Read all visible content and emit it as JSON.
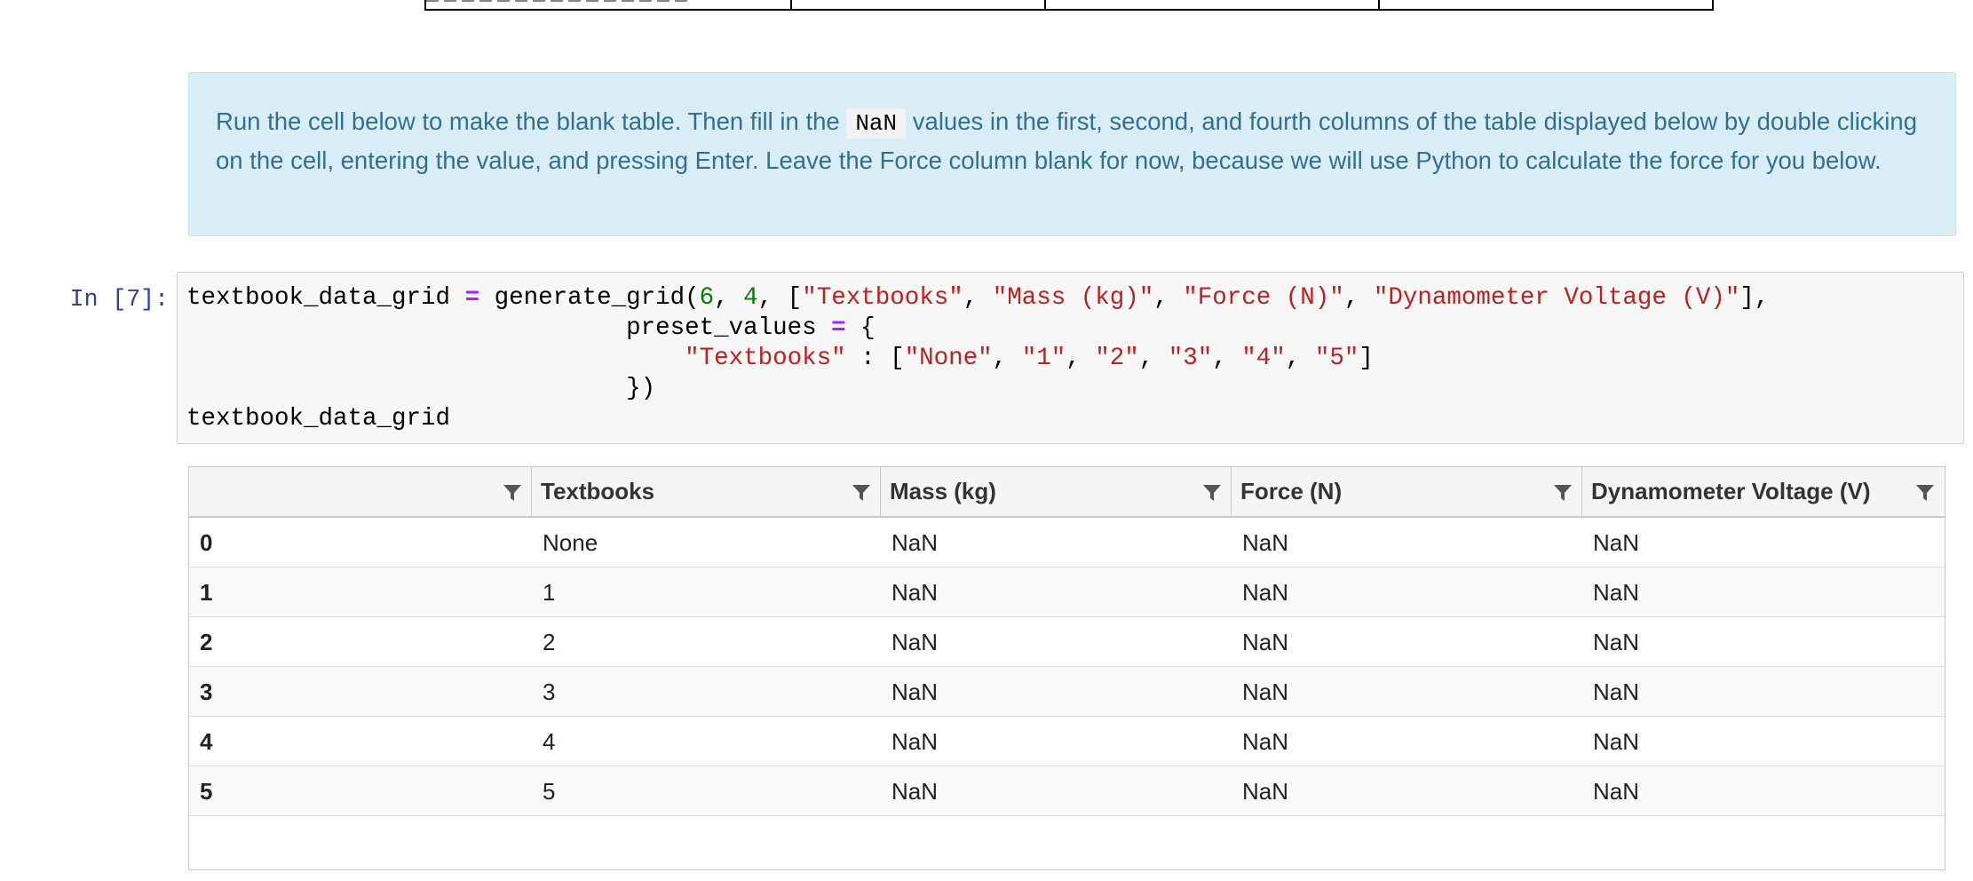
{
  "alert": {
    "text_before": "Run the cell below to make the blank table. Then fill in the ",
    "code": "NaN",
    "text_after": " values in the first, second, and fourth columns of the table displayed below by double clicking on the cell, entering the value, and pressing Enter. Leave the Force column blank for now, because we will use Python to calculate the force for you below."
  },
  "code_cell": {
    "prompt": "In [7]:",
    "lines": [
      [
        {
          "t": "textbook_data_grid ",
          "c": ""
        },
        {
          "t": "=",
          "c": "op"
        },
        {
          "t": " generate_grid(",
          "c": ""
        },
        {
          "t": "6",
          "c": "num"
        },
        {
          "t": ", ",
          "c": ""
        },
        {
          "t": "4",
          "c": "num"
        },
        {
          "t": ", [",
          "c": ""
        },
        {
          "t": "\"Textbooks\"",
          "c": "str"
        },
        {
          "t": ", ",
          "c": ""
        },
        {
          "t": "\"Mass (kg)\"",
          "c": "str"
        },
        {
          "t": ", ",
          "c": ""
        },
        {
          "t": "\"Force (N)\"",
          "c": "str"
        },
        {
          "t": ", ",
          "c": ""
        },
        {
          "t": "\"Dynamometer Voltage (V)\"",
          "c": "str"
        },
        {
          "t": "],",
          "c": ""
        }
      ],
      [
        {
          "t": "                              preset_values ",
          "c": ""
        },
        {
          "t": "=",
          "c": "op"
        },
        {
          "t": " {",
          "c": ""
        }
      ],
      [
        {
          "t": "                                  ",
          "c": ""
        },
        {
          "t": "\"Textbooks\"",
          "c": "str"
        },
        {
          "t": " : [",
          "c": ""
        },
        {
          "t": "\"None\"",
          "c": "str"
        },
        {
          "t": ", ",
          "c": ""
        },
        {
          "t": "\"1\"",
          "c": "str"
        },
        {
          "t": ", ",
          "c": ""
        },
        {
          "t": "\"2\"",
          "c": "str"
        },
        {
          "t": ", ",
          "c": ""
        },
        {
          "t": "\"3\"",
          "c": "str"
        },
        {
          "t": ", ",
          "c": ""
        },
        {
          "t": "\"4\"",
          "c": "str"
        },
        {
          "t": ", ",
          "c": ""
        },
        {
          "t": "\"5\"",
          "c": "str"
        },
        {
          "t": "]",
          "c": ""
        }
      ],
      [
        {
          "t": "                              })",
          "c": ""
        }
      ],
      [
        {
          "t": "textbook_data_grid",
          "c": ""
        }
      ]
    ]
  },
  "grid": {
    "columns": [
      "",
      "Textbooks",
      "Mass (kg)",
      "Force (N)",
      "Dynamometer Voltage (V)"
    ],
    "rows": [
      [
        "0",
        "None",
        "NaN",
        "NaN",
        "NaN"
      ],
      [
        "1",
        "1",
        "NaN",
        "NaN",
        "NaN"
      ],
      [
        "2",
        "2",
        "NaN",
        "NaN",
        "NaN"
      ],
      [
        "3",
        "3",
        "NaN",
        "NaN",
        "NaN"
      ],
      [
        "4",
        "4",
        "NaN",
        "NaN",
        "NaN"
      ],
      [
        "5",
        "5",
        "NaN",
        "NaN",
        "NaN"
      ]
    ],
    "filter_icon": "filter-funnel-icon"
  },
  "colors": {
    "alert_bg": "#d9edf7",
    "alert_text": "#31708f",
    "prompt": "#303f9f",
    "string": "#ba2121",
    "number": "#008000",
    "operator": "#aa22ff"
  }
}
